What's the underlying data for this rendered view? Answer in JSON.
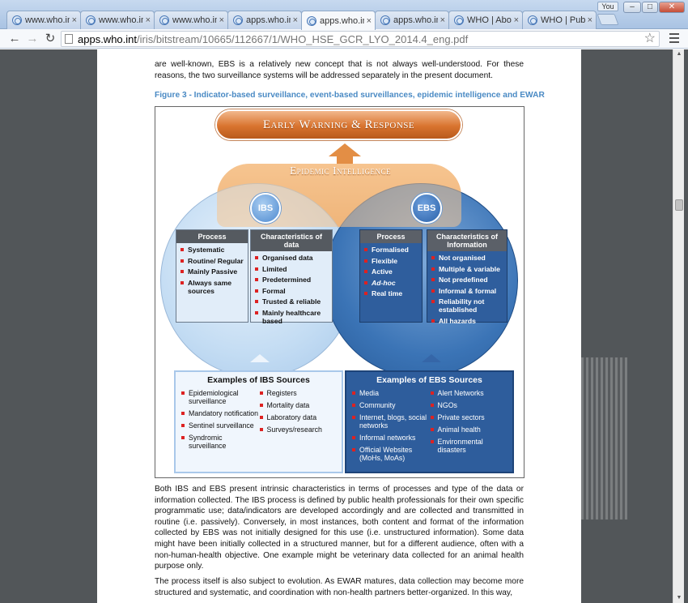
{
  "browser": {
    "tabs": [
      {
        "title": "www.who.int",
        "active": false
      },
      {
        "title": "www.who.int",
        "active": false
      },
      {
        "title": "www.who.int",
        "active": false
      },
      {
        "title": "apps.who.int",
        "active": false
      },
      {
        "title": "apps.who.int",
        "active": true
      },
      {
        "title": "apps.who.int",
        "active": false
      },
      {
        "title": "WHO | About",
        "active": false
      },
      {
        "title": "WHO | Publi",
        "active": false
      }
    ],
    "tab_close_glyph": "×",
    "user_label": "You",
    "window_buttons": {
      "minimize": "–",
      "maximize": "□",
      "close": "✕"
    },
    "url_host": "apps.who.int",
    "url_path": "/iris/bitstream/10665/112667/1/WHO_HSE_GCR_LYO_2014.4_eng.pdf",
    "icons": {
      "back": "back-arrow-icon",
      "forward": "forward-arrow-icon",
      "reload": "reload-icon",
      "star": "star-icon",
      "menu": "hamburger-menu-icon"
    }
  },
  "document": {
    "para_intro": "are well-known, EBS is a relatively new concept that is not always well-understood. For these reasons, the two surveillance systems will be addressed separately in the present document.",
    "figure_caption": "Figure 3 - Indicator-based surveillance, event-based surveillances, epidemic intelligence and EWAR",
    "para_1": "Both IBS and EBS present intrinsic characteristics in terms of processes and type of the data or information collected. The IBS process is defined by public health professionals for their own specific programmatic use; data/indicators are developed accordingly and are collected and transmitted in routine (i.e. passively). Conversely, in most instances, both content and format of the information collected by EBS was not initially designed for this use (i.e. unstructured information). Some data might have been initially collected in a structured manner, but for a different audience, often with a non-human-health objective. One example might be veterinary data collected for an animal health purpose only.",
    "para_2": "The process itself is also subject to evolution. As EWAR matures, data collection may become more structured and systematic, and coordination with non-health partners better-organized. In this way,"
  },
  "figure": {
    "top_banner": "Early Warning & Response",
    "epi_label": "Epidemic Intelligence",
    "ibs_badge": "IBS",
    "ebs_badge": "EBS",
    "ibs_process": {
      "title": "Process",
      "items": [
        "Systematic",
        "Routine/ Regular",
        "Mainly Passive",
        "Always same sources"
      ]
    },
    "ibs_data": {
      "title": "Characteristics of data",
      "items": [
        "Organised data",
        "Limited",
        "Predetermined",
        "Formal",
        "Trusted & reliable",
        "Mainly healthcare based"
      ]
    },
    "ebs_process": {
      "title": "Process",
      "items": [
        "Formalised",
        "Flexible",
        "Active",
        "Ad-hoc",
        "Real time"
      ]
    },
    "ebs_info": {
      "title": "Characteristics of Information",
      "items": [
        "Not organised",
        "Multiple & variable",
        "Not predefined",
        "Informal & formal",
        "Reliability not established",
        "All hazards"
      ]
    },
    "ibs_sources": {
      "title": "Examples of IBS Sources",
      "col1": [
        "Epidemiological surveillance",
        "Mandatory notification",
        "Sentinel surveillance",
        "Syndromic surveillance"
      ],
      "col2": [
        "Registers",
        "Mortality data",
        "Laboratory data",
        "Surveys/research"
      ]
    },
    "ebs_sources": {
      "title": "Examples of EBS Sources",
      "col1": [
        "Media",
        "Community",
        "Internet, blogs, social networks",
        "Informal networks",
        "Official Websites (MoHs, MoAs)"
      ],
      "col2": [
        "Alert Networks",
        "NGOs",
        "Private sectors",
        "Animal health",
        "Environmental disasters"
      ]
    },
    "colors": {
      "orange": "#d9742f",
      "ibs_blue": "#c3dcf3",
      "ebs_blue": "#2e5d9c",
      "caption_blue": "#4a8ac4",
      "bullet_red": "#dd2222"
    }
  }
}
